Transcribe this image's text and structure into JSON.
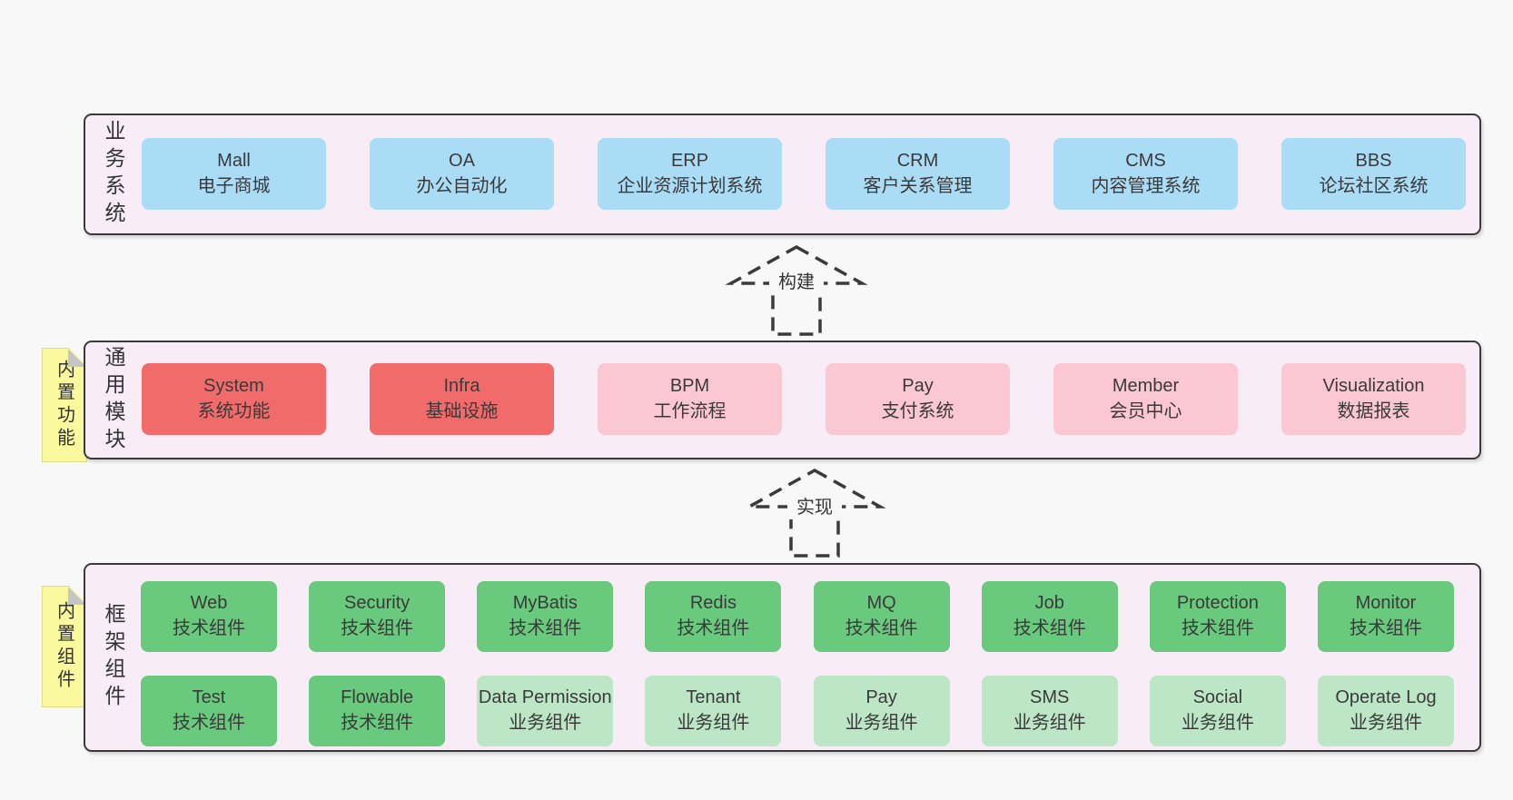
{
  "colors": {
    "page_bg": "#f8f8f8",
    "panel_bg": "#f8edf6",
    "panel_border": "#3a3a3a",
    "blue_box": "#abdcf6",
    "red_box": "#f16b6b",
    "pink_box": "#fbc7d2",
    "green_box": "#69c97d",
    "light_green_box": "#bce6c5",
    "tab_yellow": "#fbf99e",
    "tab_fold_gray": "#c5c5c5"
  },
  "tier1": {
    "label": "业务系统",
    "boxes": [
      {
        "name": "Mall",
        "sub": "电子商城"
      },
      {
        "name": "OA",
        "sub": "办公自动化"
      },
      {
        "name": "ERP",
        "sub": "企业资源计划系统"
      },
      {
        "name": "CRM",
        "sub": "客户关系管理"
      },
      {
        "name": "CMS",
        "sub": "内容管理系统"
      },
      {
        "name": "BBS",
        "sub": "论坛社区系统"
      }
    ]
  },
  "arrow1": {
    "label": "构建"
  },
  "tier2": {
    "label": "通用模块",
    "tab": "内置功能",
    "boxes": [
      {
        "name": "System",
        "sub": "系统功能",
        "variant": "red"
      },
      {
        "name": "Infra",
        "sub": "基础设施",
        "variant": "red"
      },
      {
        "name": "BPM",
        "sub": "工作流程",
        "variant": "pink"
      },
      {
        "name": "Pay",
        "sub": "支付系统",
        "variant": "pink"
      },
      {
        "name": "Member",
        "sub": "会员中心",
        "variant": "pink"
      },
      {
        "name": "Visualization",
        "sub": "数据报表",
        "variant": "pink"
      }
    ]
  },
  "arrow2": {
    "label": "实现"
  },
  "tier3": {
    "label": "框架组件",
    "tab": "内置组件",
    "row1": [
      {
        "name": "Web",
        "sub": "技术组件",
        "variant": "green"
      },
      {
        "name": "Security",
        "sub": "技术组件",
        "variant": "green"
      },
      {
        "name": "MyBatis",
        "sub": "技术组件",
        "variant": "green"
      },
      {
        "name": "Redis",
        "sub": "技术组件",
        "variant": "green"
      },
      {
        "name": "MQ",
        "sub": "技术组件",
        "variant": "green"
      },
      {
        "name": "Job",
        "sub": "技术组件",
        "variant": "green"
      },
      {
        "name": "Protection",
        "sub": "技术组件",
        "variant": "green"
      },
      {
        "name": "Monitor",
        "sub": "技术组件",
        "variant": "green"
      }
    ],
    "row2": [
      {
        "name": "Test",
        "sub": "技术组件",
        "variant": "green"
      },
      {
        "name": "Flowable",
        "sub": "技术组件",
        "variant": "green"
      },
      {
        "name": "Data Permission",
        "sub": "业务组件",
        "variant": "lightgreen"
      },
      {
        "name": "Tenant",
        "sub": "业务组件",
        "variant": "lightgreen"
      },
      {
        "name": "Pay",
        "sub": "业务组件",
        "variant": "lightgreen"
      },
      {
        "name": "SMS",
        "sub": "业务组件",
        "variant": "lightgreen"
      },
      {
        "name": "Social",
        "sub": "业务组件",
        "variant": "lightgreen"
      },
      {
        "name": "Operate Log",
        "sub": "业务组件",
        "variant": "lightgreen"
      }
    ]
  }
}
